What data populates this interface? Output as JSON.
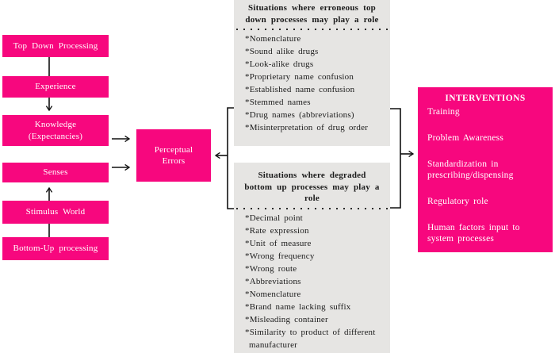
{
  "colors": {
    "box_pink": "#F7077E",
    "box_gray": "#E6E5E3",
    "text_on_pink": "#ffffff",
    "text_on_gray": "#1b1b1b",
    "connector": "#111111"
  },
  "left_flow": {
    "boxes": [
      {
        "label": "Top Down Processing"
      },
      {
        "label": "Experience"
      },
      {
        "label": "Knowledge (Expectancies)"
      },
      {
        "label": "Senses"
      },
      {
        "label": "Stimulus World"
      },
      {
        "label": "Bottom-Up processing"
      }
    ]
  },
  "perceptual_errors_box": {
    "label": "Perceptual Errors"
  },
  "top_down_box": {
    "title": "Situations where erroneous top down processes may play a role",
    "items": [
      "*Nomenclature",
      "*Sound alike drugs",
      "*Look-alike drugs",
      "*Proprietary name confusion",
      "*Established name confusion",
      "*Stemmed names",
      "*Drug names (abbreviations)",
      "*Misinterpretation of drug order"
    ]
  },
  "bottom_up_box": {
    "title": "Situations where degraded bottom up processes may play a role",
    "items": [
      "*Decimal point",
      "*Rate expression",
      "*Unit of measure",
      "*Wrong frequency",
      "*Wrong route",
      "*Abbreviations",
      "*Nomenclature",
      "*Brand name lacking suffix",
      "*Misleading container",
      "*Similarity to product of different manufacturer"
    ]
  },
  "interventions_box": {
    "title": "INTERVENTIONS",
    "items": [
      "Training",
      "Problem Awareness",
      "Standardization in prescribing/dispensing",
      "Regulatory role",
      "Human factors input to system processes"
    ]
  }
}
